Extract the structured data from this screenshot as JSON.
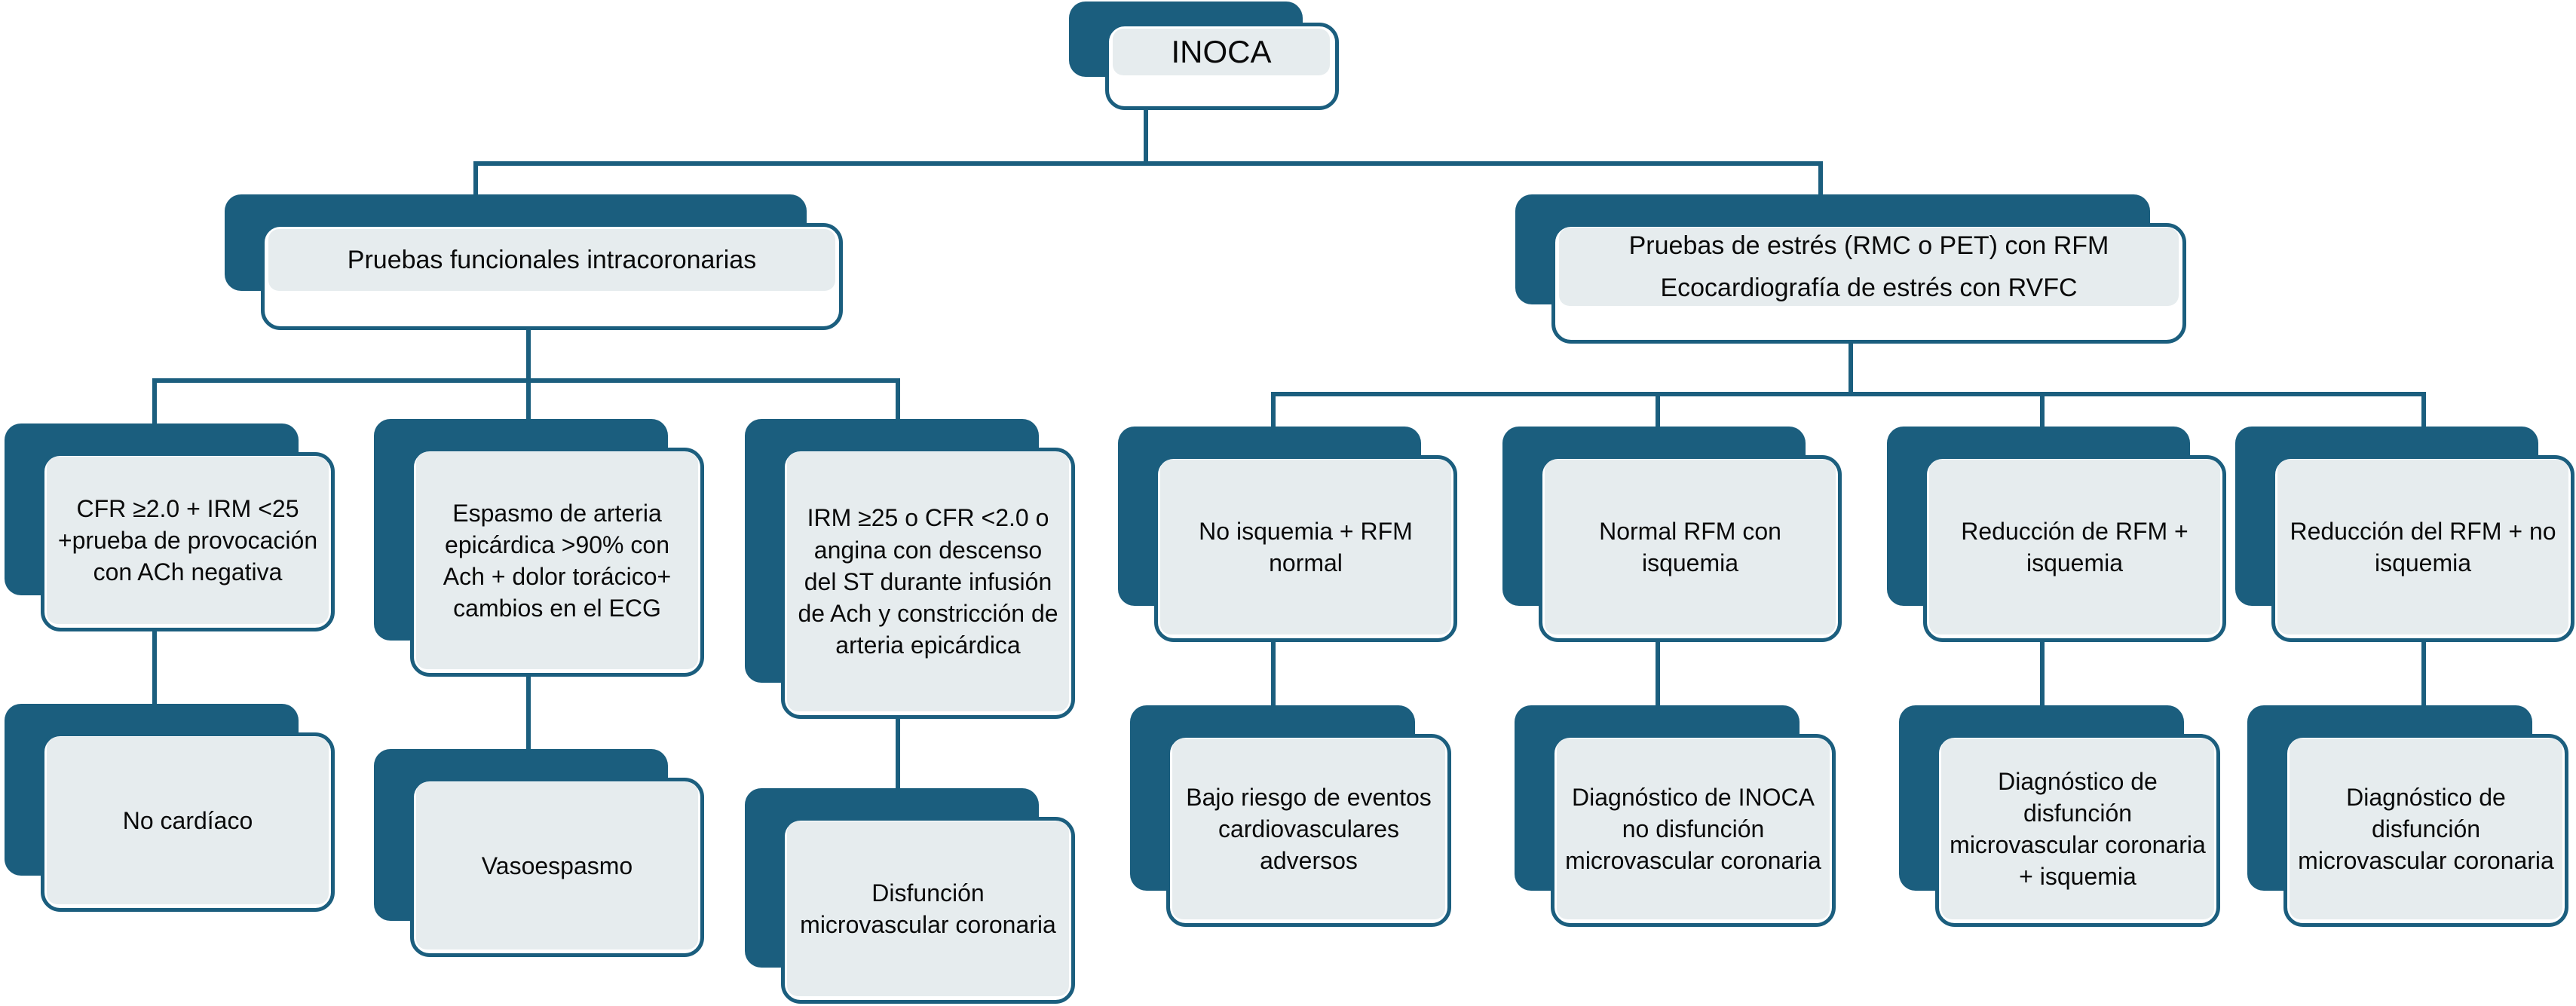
{
  "diagram": {
    "title": "INOCA",
    "root": {
      "label": "INOCA"
    },
    "level2": [
      {
        "label": "Pruebas funcionales intracoronarias"
      },
      {
        "label": "Pruebas de estrés (RMC o PET) con RFM\nEcocardiografía de estrés con RVFC"
      }
    ],
    "level3_left": [
      {
        "label": "CFR ≥2.0 + IRM <25 +prueba de provocación con ACh negativa"
      },
      {
        "label": "Espasmo de arteria epicárdica >90% con Ach + dolor torácico+ cambios en el ECG"
      },
      {
        "label": "IRM ≥25 o CFR <2.0 o angina con descenso del ST durante infusión de Ach y constricción de arteria epicárdica"
      }
    ],
    "level3_right": [
      {
        "label": "No isquemia + RFM normal"
      },
      {
        "label": "Normal RFM con isquemia"
      },
      {
        "label": "Reducción de RFM + isquemia"
      },
      {
        "label": "Reducción del RFM + no isquemia"
      }
    ],
    "level4_left": [
      {
        "label": "No cardíaco"
      },
      {
        "label": "Vasoespasmo"
      },
      {
        "label": "Disfunción microvascular coronaria"
      }
    ],
    "level4_right": [
      {
        "label": "Bajo riesgo de eventos cardiovasculares adversos"
      },
      {
        "label": "Diagnóstico de INOCA no disfunción microvascular coronaria"
      },
      {
        "label": "Diagnóstico de disfunción microvascular coronaria + isquemia"
      },
      {
        "label": "Diagnóstico de disfunción microvascular coronaria"
      }
    ],
    "colors": {
      "accent": "#1b5e7e",
      "band": "#e6ecee",
      "card": "#ffffff",
      "text": "#0a0a0a",
      "background": "#ffffff"
    }
  }
}
